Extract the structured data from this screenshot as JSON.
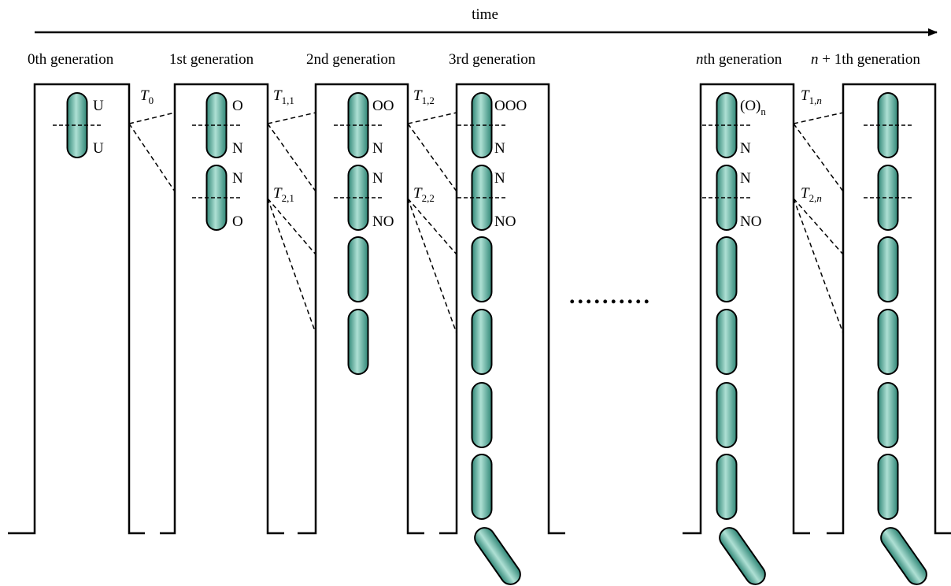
{
  "time_label": "time",
  "generations": [
    {
      "label": "0th generation"
    },
    {
      "label": "1st generation"
    },
    {
      "label": "2nd generation"
    },
    {
      "label": "3rd generation"
    },
    {
      "label_italic": "n",
      "label_rest": "th generation"
    },
    {
      "label_italic": "n",
      "label_rest": " + 1th generation"
    }
  ],
  "ellipsis": "..........",
  "cells": {
    "g0": {
      "top": "U",
      "bottom": "U"
    },
    "g1a": {
      "top": "O",
      "bottom": "N"
    },
    "g1b": {
      "top": "N",
      "bottom": "O"
    },
    "g2a": {
      "top": "OO",
      "bottom": "N"
    },
    "g2b": {
      "top": "N",
      "bottom": "NO"
    },
    "g3a": {
      "top": "OOO",
      "bottom": "N"
    },
    "g3b": {
      "top": "N",
      "bottom": "NO"
    },
    "gna": {
      "top": "(O)",
      "top_sub": "n",
      "bottom": "N"
    },
    "gnb": {
      "top": "N",
      "bottom": "NO"
    }
  },
  "transitions": {
    "t0": {
      "letter": "T",
      "sub": "0"
    },
    "t11": {
      "letter": "T",
      "sub": "1,1"
    },
    "t21": {
      "letter": "T",
      "sub": "2,1"
    },
    "t12": {
      "letter": "T",
      "sub": "1,2"
    },
    "t22": {
      "letter": "T",
      "sub": "2,2"
    },
    "t1n": {
      "letter": "T",
      "sub": "1,",
      "sub_italic": "n"
    },
    "t2n": {
      "letter": "T",
      "sub": "2,",
      "sub_italic": "n"
    }
  },
  "colors": {
    "cell_fill": "#3f9c8a",
    "cell_light": "#aee0d4",
    "line": "#000000"
  }
}
